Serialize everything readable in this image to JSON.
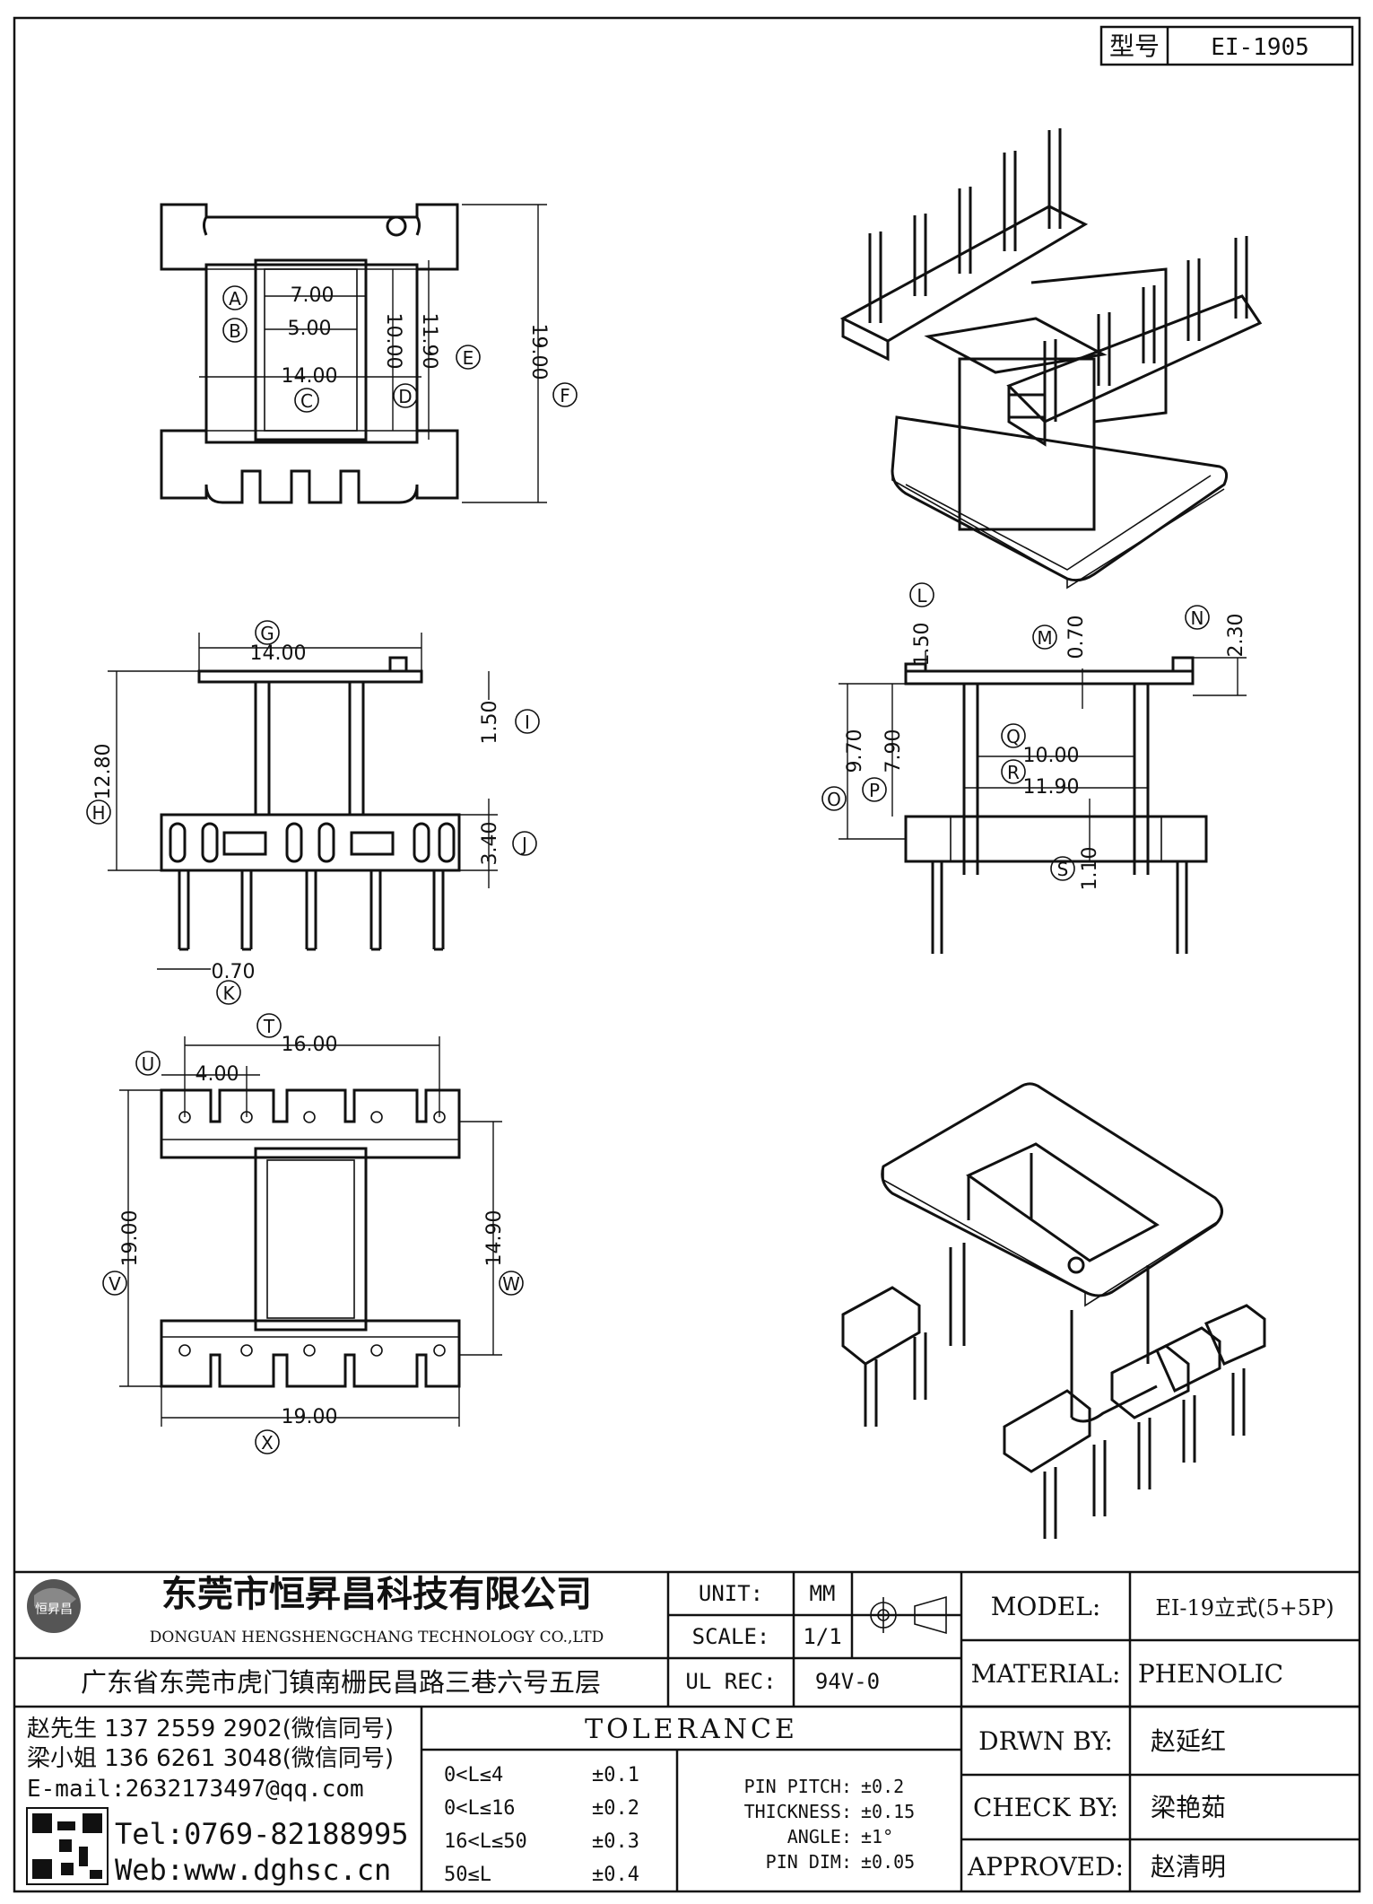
{
  "title_block": {
    "model_no_label": "型号",
    "model_no_value": "EI-1905",
    "company_cn": "东莞市恒昇昌科技有限公司",
    "company_en": "DONGUAN HENGSHENGCHANG TECHNOLOGY CO.,LTD",
    "address": "广东省东莞市虎门镇南栅民昌路三巷六号五层",
    "unit_label": "UNIT:",
    "unit_value": "MM",
    "scale_label": "SCALE:",
    "scale_value": "1/1",
    "ul_label": "UL REC:",
    "ul_value": "94V-0",
    "model_label": "MODEL:",
    "model_value": "EI-19立式(5+5P)",
    "material_label": "MATERIAL:",
    "material_value": "PHENOLIC",
    "drawn_label": "DRWN BY:",
    "drawn_value": "赵延红",
    "check_label": "CHECK BY:",
    "check_value": "梁艳茹",
    "approved_label": "APPROVED:",
    "approved_value": "赵清明",
    "contact_1": "赵先生 137 2559 2902(微信同号)",
    "contact_2": "梁小姐 136 6261 3048(微信同号)",
    "email": "E-mail:2632173497@qq.com",
    "tel": "Tel:0769-82188995",
    "web": "Web:www.dghsc.cn",
    "logo_text": "恒昇昌"
  },
  "tolerance": {
    "title": "TOLERANCE",
    "rows": [
      {
        "range": "0<L≤4",
        "tol": "±0.1"
      },
      {
        "range": "0<L≤16",
        "tol": "±0.2"
      },
      {
        "range": "16<L≤50",
        "tol": "±0.3"
      },
      {
        "range": "50≤L",
        "tol": "±0.4"
      }
    ],
    "extra": [
      {
        "label": "PIN PITCH:",
        "tol": "±0.2"
      },
      {
        "label": "THICKNESS:",
        "tol": "±0.15"
      },
      {
        "label": "ANGLE:",
        "tol": "±1°"
      },
      {
        "label": "PIN DIM:",
        "tol": "±0.05"
      }
    ]
  },
  "top_view": {
    "dims": {
      "A": "7.00",
      "B": "5.00",
      "C": "14.00",
      "D": "10.00",
      "E": "11.90",
      "F": "19.00"
    },
    "letters": [
      "A",
      "B",
      "C",
      "D",
      "E",
      "F"
    ]
  },
  "front_view": {
    "dims": {
      "G": "14.00",
      "H": "12.80",
      "I": "1.50",
      "J": "3.40",
      "K": "0.70"
    },
    "letters": [
      "G",
      "H",
      "I",
      "J",
      "K"
    ]
  },
  "side_view": {
    "dims": {
      "L": "1.50",
      "M": "0.70",
      "N": "2.30",
      "O": "9.70",
      "P": "7.90",
      "Q": "10.00",
      "R": "11.90",
      "S": "1.10"
    },
    "letters": [
      "L",
      "M",
      "N",
      "O",
      "P",
      "Q",
      "R",
      "S"
    ]
  },
  "bottom_view": {
    "dims": {
      "T": "16.00",
      "U": "4.00",
      "V": "19.00",
      "W": "14.90",
      "X": "19.00"
    },
    "letters": [
      "T",
      "U",
      "V",
      "W",
      "X"
    ]
  }
}
